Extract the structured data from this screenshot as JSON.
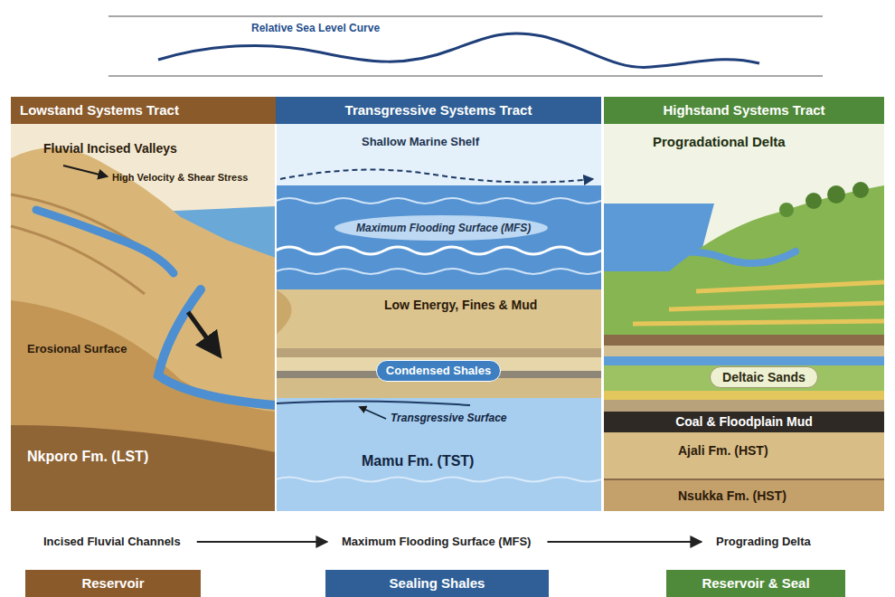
{
  "diagram": {
    "nodes": [
      {
        "text": [
          "Lowstand Systems Tract"
        ]
      },
      {
        "text": [
          "Transgressive Systems Tract"
        ]
      },
      {
        "text": [
          "Highstand Systems Tract"
        ]
      },
      {
        "text": [
          "Condensed Shales"
        ]
      },
      {
        "text": [
          "Deltaic Sands"
        ]
      },
      {
        "text": [
          "Coal & Floodplain Mud"
        ]
      },
      {
        "text": [
          "Incised Fluvial Channels"
        ]
      },
      {
        "text": [
          "Maximum Flooding Surface (MFS)"
        ]
      },
      {
        "text": [
          "Prograding Delta"
        ]
      },
      {
        "text": [
          "Reservoir"
        ]
      },
      {
        "text": [
          "Sealing Shales"
        ]
      },
      {
        "text": [
          "Reservoir & Seal"
        ]
      }
    ],
    "edges": [
      {
        "from": 6,
        "to": 7,
        "arrow": "to"
      },
      {
        "from": 7,
        "to": 8,
        "arrow": "to"
      }
    ],
    "labels": [
      "Relative Sea Level Curve",
      "Fluvial Incised Valleys",
      "High Velocity & Shear Stress",
      "Erosional Surface",
      "Nkporo Fm. (LST)",
      "Shallow Marine Shelf",
      "Maximum Flooding Surface (MFS)",
      "Low Energy, Fines & Mud",
      "Transgressive Surface",
      "Mamu Fm. (TST)",
      "Progradational Delta",
      "Ajali Fm. (HST)",
      "Nsukka Fm. (HST)"
    ]
  }
}
